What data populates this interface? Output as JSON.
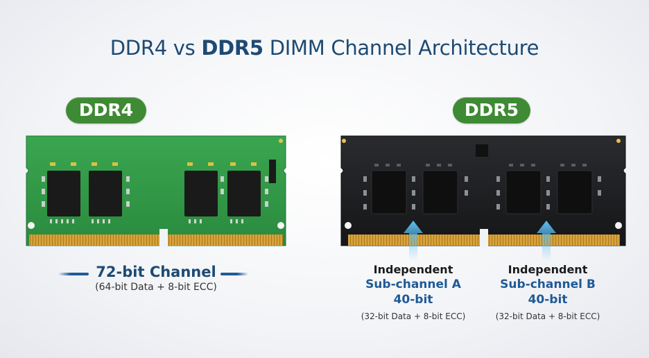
{
  "title": {
    "part1": "DDR4 vs ",
    "part2": "DDR5",
    "part3": " DIMM Channel Architecture"
  },
  "ddr4": {
    "badge": "DDR4",
    "channel_title": "72-bit Channel",
    "channel_sub": "(64-bit Data + 8-bit ECC)"
  },
  "ddr5": {
    "badge": "DDR5",
    "sub_a": {
      "line1": "Independent",
      "line2": "Sub-channel A",
      "line3": "40-bit",
      "line4": "(32-bit Data + 8-bit ECC)"
    },
    "sub_b": {
      "line1": "Independent",
      "line2": "Sub-channel B",
      "line3": "40-bit",
      "line4": "(32-bit Data + 8-bit ECC)"
    }
  },
  "colors": {
    "pcb_green": "#2f9a45",
    "pcb_black": "#1c1d1f",
    "badge_green": "#3f8a34",
    "accent_blue": "#1f5a96",
    "arrow_blue": "#3aa0e6"
  }
}
